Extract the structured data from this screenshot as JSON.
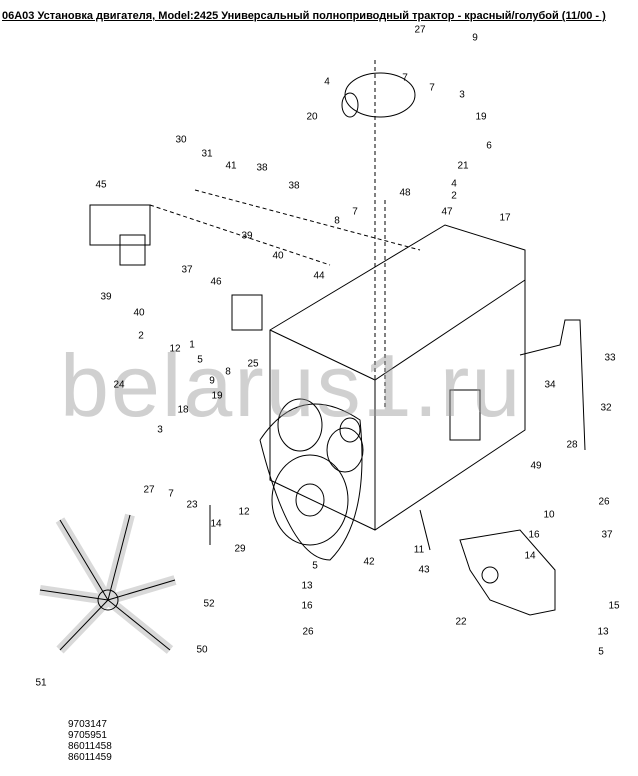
{
  "title": "06A03 Установка двигателя, Model:2425 Универсальный полноприводный трактор - красный/голубой (11/00 - )",
  "watermark": "belarus1.ru",
  "callouts": [
    "27",
    "9",
    "7",
    "4",
    "7",
    "3",
    "20",
    "19",
    "6",
    "21",
    "4",
    "2",
    "30",
    "31",
    "41",
    "38",
    "38",
    "45",
    "8",
    "7",
    "48",
    "47",
    "17",
    "39",
    "40",
    "44",
    "37",
    "46",
    "39",
    "40",
    "2",
    "1",
    "12",
    "5",
    "25",
    "24",
    "19",
    "8",
    "9",
    "18",
    "3",
    "7",
    "27",
    "23",
    "14",
    "12",
    "29",
    "5",
    "42",
    "43",
    "11",
    "13",
    "16",
    "26",
    "52",
    "50",
    "51",
    "33",
    "34",
    "32",
    "28",
    "49",
    "26",
    "10",
    "16",
    "37",
    "14",
    "15",
    "13",
    "5",
    "22"
  ],
  "part_numbers": [
    "9703147",
    "9705951",
    "86011458",
    "86011459"
  ]
}
